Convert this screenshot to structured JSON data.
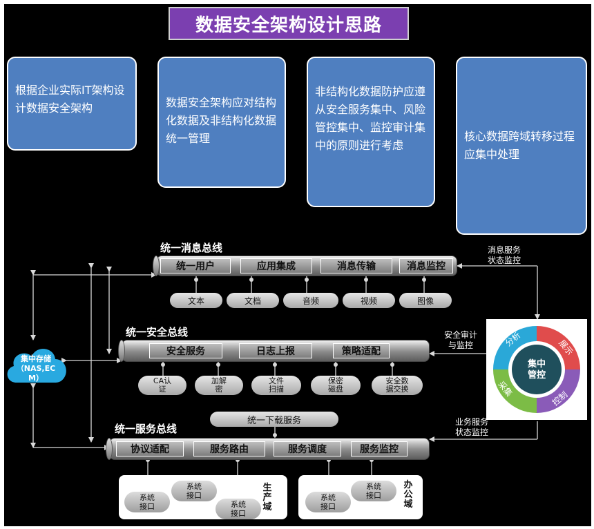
{
  "title": "数据安全架构设计思路",
  "principles": [
    "根据企业实际IT架构设计数据安全架构",
    "数据安全架构应对结构化数据及非结构化数据统一管理",
    "非结构化数据防护应遵从安全服务集中、风险管控集中、监控审计集中的原则进行考虑",
    "核心数据跨域转移过程应集中处理"
  ],
  "message_bus": {
    "title": "统一消息总线",
    "segments": [
      "统一用户",
      "应用集成",
      "消息传输",
      "消息监控"
    ],
    "types": [
      "文本",
      "文档",
      "音频",
      "视频",
      "图像"
    ],
    "monitor_note": "消息服务\n状态监控"
  },
  "security_bus": {
    "title": "统一安全总线",
    "segments": [
      "安全服务",
      "日志上报",
      "策略适配"
    ],
    "services": [
      "CA认\n证",
      "加解\n密",
      "文件\n扫描",
      "保密\n磁盘",
      "安全数\n据交换"
    ],
    "monitor_note": "安全审计\n与监控"
  },
  "service_bus": {
    "title": "统一服务总线",
    "download": "统一下载服务",
    "segments": [
      "协议适配",
      "服务路由",
      "服务调度",
      "服务监控"
    ],
    "monitor_note": "业务服务\n状态监控"
  },
  "storage": {
    "label": "集中存储\n（NAS,EC\nM）"
  },
  "control_cycle": {
    "center": "集中\n管控",
    "stages": [
      "分析",
      "展示",
      "控制",
      "采集"
    ]
  },
  "domains": [
    {
      "name": "生产域",
      "interfaces": [
        "系统\n接口",
        "系统\n接口",
        "系统\n接口"
      ]
    },
    {
      "name": "办公域",
      "interfaces": [
        "系统\n接口",
        "系统\n接口"
      ]
    }
  ],
  "colors": {
    "title_bg": "#7b3fb0",
    "card_bg": "#4f7fc0",
    "cloud": "#29a9e0"
  }
}
